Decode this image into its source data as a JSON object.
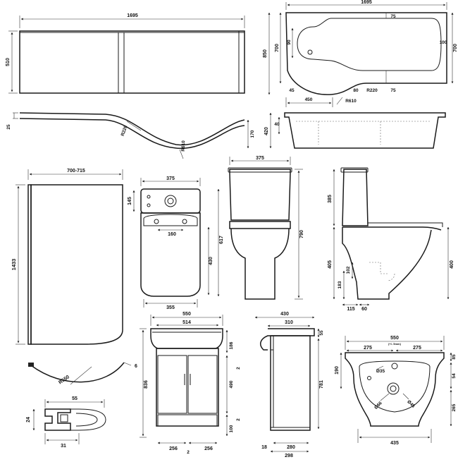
{
  "colors": {
    "line": "#1a1a1a",
    "background": "#ffffff"
  },
  "bath_panel_front": {
    "width": "1695",
    "height": "510"
  },
  "bath_panel_plan": {
    "depth": "25",
    "radius_inner": "R220",
    "radius_outer": "R610",
    "return_depth": "170"
  },
  "bath_plan": {
    "width": "1695",
    "depth_max": "850",
    "depth_end": "700",
    "depth_small": "700",
    "depth_mid": "90",
    "end_width": "100",
    "top_offset": "75",
    "bottom_offset": "75",
    "corner_offset": "45",
    "radius_small": "80",
    "radius_mid": "R220",
    "front_width": "450",
    "radius_large": "R610"
  },
  "bath_side": {
    "height": "420",
    "rim": "40"
  },
  "shower_screen": {
    "width": "700-715",
    "height": "1433",
    "radius": "R550",
    "thickness": "6"
  },
  "screen_profile": {
    "top_width": "55",
    "bottom_width": "31",
    "height": "24"
  },
  "toilet_plan": {
    "width": "375",
    "cistern_depth": "145",
    "fixing_centres": "160",
    "pan_depth": "430",
    "overall_depth": "617",
    "base_width": "355"
  },
  "toilet_front": {
    "width": "375",
    "height": "790"
  },
  "toilet_side": {
    "cistern_height": "385",
    "pan_height": "405",
    "seat_height": "400",
    "outlet_height": "102",
    "outlet_centre": "183",
    "outlet_offset": "115",
    "outlet_width": "60"
  },
  "vanity_front": {
    "overall_width": "550",
    "cabinet_width": "514",
    "overall_height": "836",
    "basin_height": "186",
    "door_height": "490",
    "plinth_height": "100",
    "gap": "2",
    "door_width": "256"
  },
  "vanity_side": {
    "overall_depth": "430",
    "cabinet_depth": "310",
    "rim": "55",
    "back_gap": "18",
    "base_depth": "280",
    "total_depth": "298",
    "overall_height": "781"
  },
  "basin_plan": {
    "overall_width": "550",
    "tolerance": "(+/- 5mm)",
    "half_width_left": "275",
    "half_width_right": "275",
    "rim": "85",
    "tap_hole": "Ø35",
    "waste": "Ø66",
    "overflow": "Ø45",
    "back_depth": "190",
    "tap_offset": "54",
    "front_depth": "265",
    "base_width": "435"
  }
}
